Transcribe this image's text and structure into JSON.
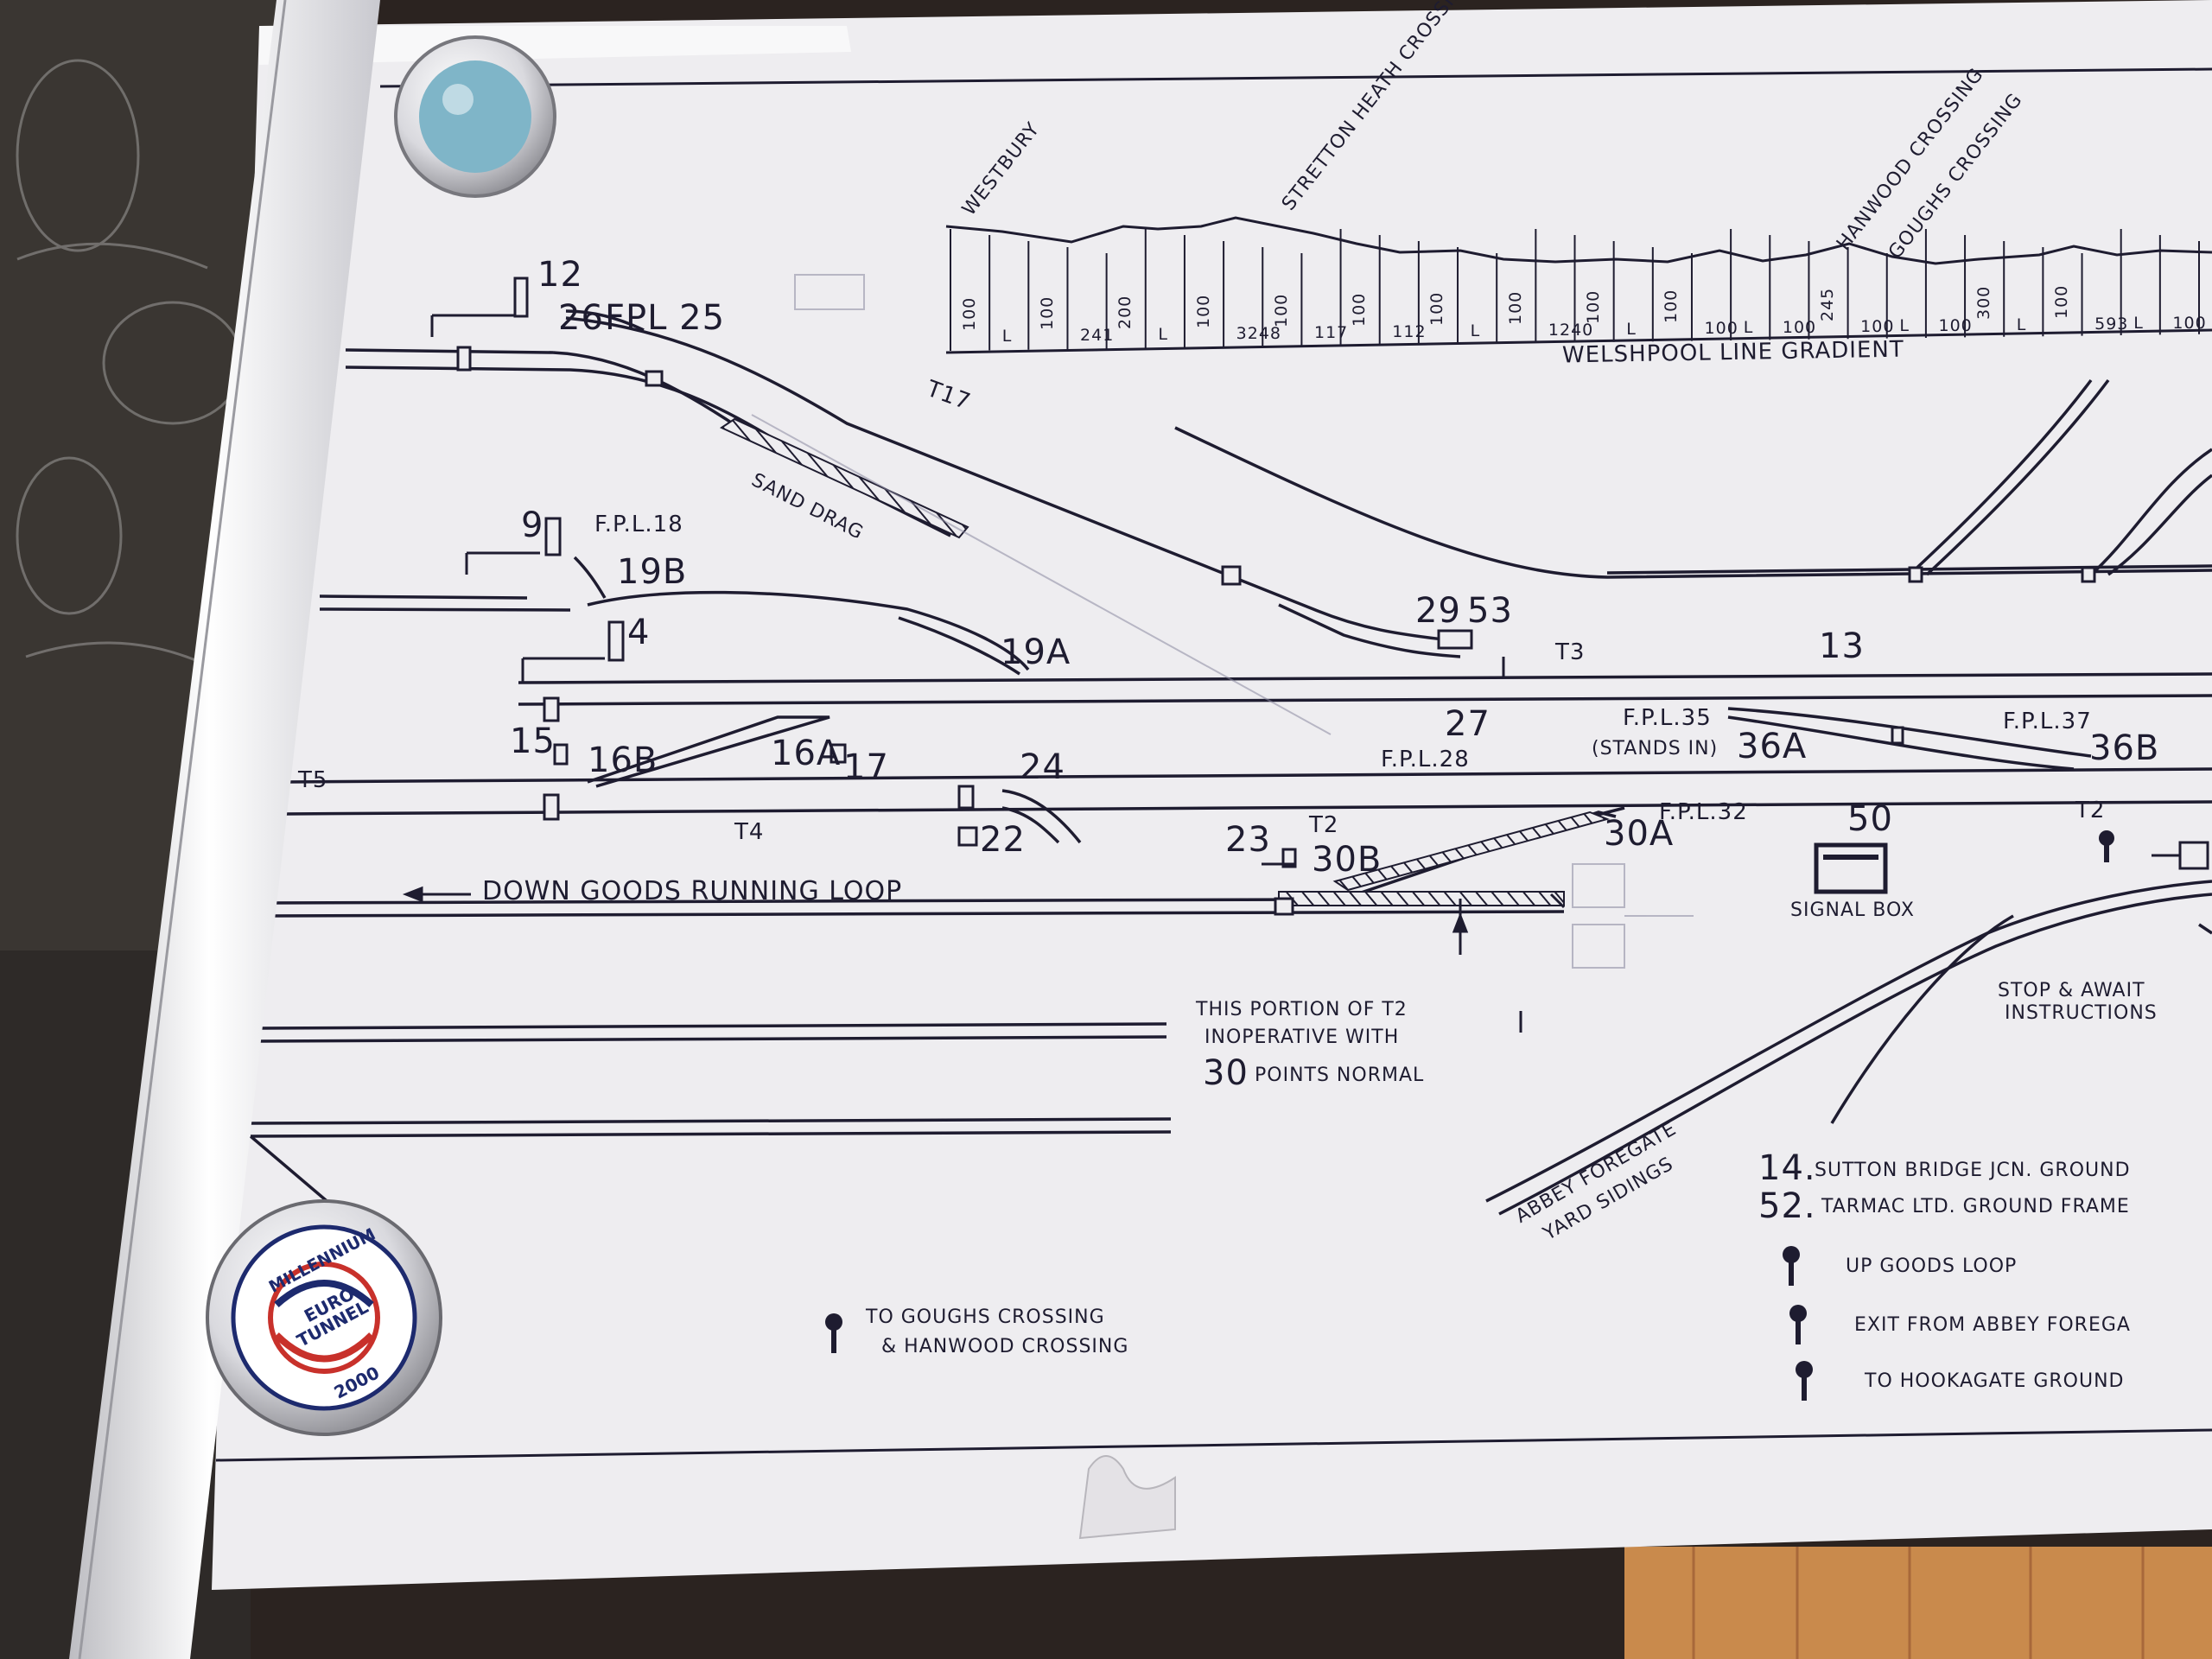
{
  "gradient": {
    "title": "WELSHPOOL LINE GRADIENT",
    "stations": [
      "WESTBURY",
      "STRETTON HEATH CROSSING",
      "HANWOOD CROSSING",
      "GOUGHS CROSSING"
    ],
    "values": [
      "100",
      "L",
      "100",
      "241",
      "200",
      "L",
      "100",
      "3248",
      "100",
      "117",
      "100",
      "112",
      "100",
      "L",
      "100",
      "1240",
      "100",
      "L",
      "100",
      "100",
      "L",
      "100",
      "245",
      "100",
      "L",
      "100",
      "300",
      "L",
      "100",
      "593",
      "L",
      "100"
    ]
  },
  "labels": {
    "l12": "12",
    "l26": "26",
    "fpl25": "FPL 25",
    "t17": "T17",
    "sand_drag": "SAND DRAG",
    "l9": "9",
    "fpl18": "F.P.L.18",
    "l19b": "19B",
    "l4": "4",
    "l19a": "19A",
    "l29": "29",
    "l53": "53",
    "t3": "T3",
    "l13": "13",
    "fpl35": "F.P.L.35",
    "stands_in": "(STANDS IN)",
    "l36a": "36A",
    "fpl37": "F.P.L.37",
    "l36b": "36B",
    "l27": "27",
    "fpl28": "F.P.L.28",
    "t5": "T5",
    "l15": "15",
    "l16b": "16B",
    "l16a": "16A",
    "l17": "17",
    "l24": "24",
    "t4": "T4",
    "l22": "22",
    "l23": "23",
    "t2a": "T2",
    "l30b": "30B",
    "l30a": "30A",
    "fpl32": "F.P.L.32",
    "l50": "50",
    "signal_box": "SIGNAL BOX",
    "t2b": "T2",
    "down_goods": "DOWN GOODS RUNNING LOOP",
    "t2_note_line1": "THIS PORTION OF T2",
    "t2_note_line2": "INOPERATIVE WITH",
    "t2_note_30": "30",
    "t2_note_line3": "POINTS NORMAL",
    "stop_await_1": "STOP & AWAIT",
    "stop_await_2": "INSTRUCTIONS",
    "abbey_1": "ABBEY FOREGATE",
    "abbey_2": "YARD SIDINGS",
    "k14": "14.",
    "k14_text": "SUTTON BRIDGE JCN. GROUND",
    "k52": "52.",
    "k52_text": "TARMAC LTD. GROUND FRAME",
    "key_up_goods": "UP GOODS LOOP",
    "key_exit": "EXIT FROM ABBEY FOREGA",
    "key_hookagate": "TO HOOKAGATE GROUND",
    "goughs_1": "TO GOUGHS CROSSING",
    "goughs_2": "& HANWOOD CROSSING"
  },
  "badge": {
    "top": "MILLENNIUM",
    "middle_1": "EURO",
    "middle_2": "TUNNEL",
    "bottom": "2000"
  },
  "colors": {
    "ink": "#1e1c30",
    "paper": "#eeedf0",
    "background": "#2b2320",
    "floor": "#c98a4c",
    "badge_blue": "#1d2a6e",
    "badge_red": "#c8312b"
  }
}
